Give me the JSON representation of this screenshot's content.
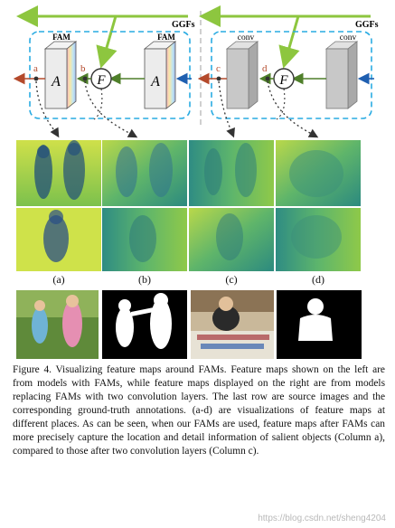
{
  "diagram": {
    "left": {
      "ggfs_label": "GGFs",
      "module_top_label": "FAM",
      "module_right_label": "FAM",
      "block_a_glyph": "A",
      "block_b_glyph": "A",
      "fuse_glyph": "F",
      "point_a": "a",
      "point_b": "b"
    },
    "right": {
      "ggfs_label": "GGFs",
      "module_top_label": "conv",
      "module_right_label": "conv",
      "fuse_glyph": "F",
      "point_c": "c",
      "point_d": "d"
    },
    "colors": {
      "ggf_arrow": "#8dc63f",
      "dashed_box": "#29abe2",
      "input_arrow": "#1f5fb0",
      "output_arrow": "#b44a2c",
      "guide_arrow": "#4f7f2a",
      "fam_face": "#ececec",
      "conv_face": "#c8c8c8"
    }
  },
  "panels": {
    "labels": [
      "(a)",
      "(b)",
      "(c)",
      "(d)"
    ],
    "row_descriptions": [
      "feature maps row 1",
      "feature maps row 2"
    ]
  },
  "caption": {
    "figure_number": "Figure 4.",
    "text": "Visualizing feature maps around FAMs. Feature maps shown on the left are from models with FAMs, while feature maps displayed on the right are from models replacing FAMs with two convolution layers. The last row are source images and the corresponding ground-truth annotations. (a-d) are visualizations of feature maps at different places. As can be seen, when our FAMs are used, feature maps after FAMs can more precisely capture the location and detail information of salient objects (Column a), compared to those after two convolution layers (Column c)."
  },
  "watermark": "https://blog.csdn.net/sheng4204"
}
